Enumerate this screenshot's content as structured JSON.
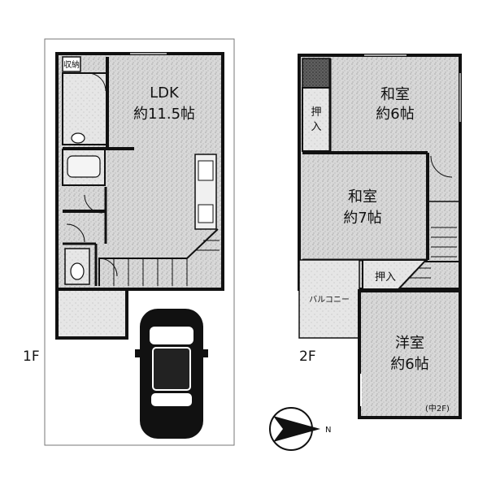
{
  "floor_1": {
    "label": "1F",
    "rooms": {
      "ldk_name": "LDK",
      "ldk_size": "約11.5帖",
      "storage_tag": "収納"
    }
  },
  "floor_2": {
    "label": "2F",
    "rooms": {
      "washitsu_6_name": "和室",
      "washitsu_6_size": "約6帖",
      "washitsu_7_name": "和室",
      "washitsu_7_size": "約7帖",
      "youshitsu_name": "洋室",
      "youshitsu_size": "約6帖",
      "youshitsu_note": "(中2F)",
      "closet_a_line1": "押",
      "closet_a_line2": "入",
      "closet_b": "押入",
      "balcony": "バルコニー"
    }
  },
  "compass": {
    "north_label": "N",
    "icon": "north-arrow-icon"
  }
}
